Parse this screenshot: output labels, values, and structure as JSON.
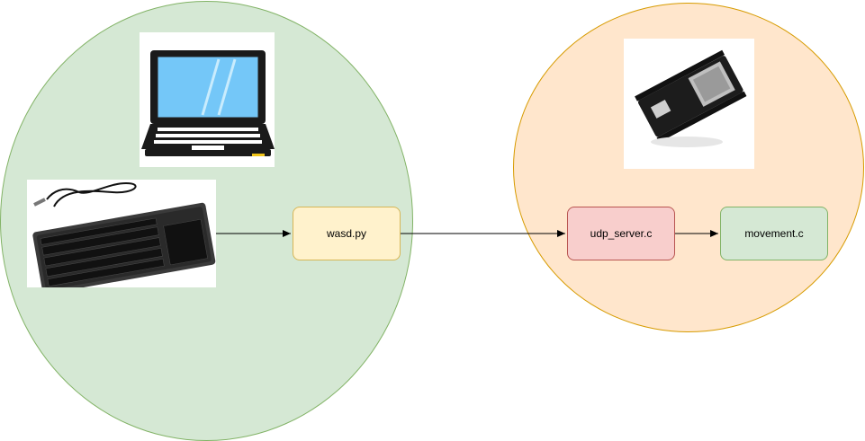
{
  "nodes": {
    "wasd": "wasd.py",
    "udp": "udp_server.c",
    "movement": "movement.c"
  },
  "images": {
    "laptop": "laptop-icon",
    "keyboard": "keyboard-icon",
    "esp32": "esp32-board-icon"
  },
  "colors": {
    "host_group_fill": "#d5e8d4",
    "host_group_stroke": "#82b366",
    "device_group_fill": "#ffe6cc",
    "device_group_stroke": "#d79b00",
    "wasd_fill": "#fff2cc",
    "udp_fill": "#f8cecc",
    "movement_fill": "#d5e8d4"
  },
  "edges": [
    {
      "from": "keyboard",
      "to": "wasd.py"
    },
    {
      "from": "wasd.py",
      "to": "udp_server.c"
    },
    {
      "from": "udp_server.c",
      "to": "movement.c"
    }
  ]
}
